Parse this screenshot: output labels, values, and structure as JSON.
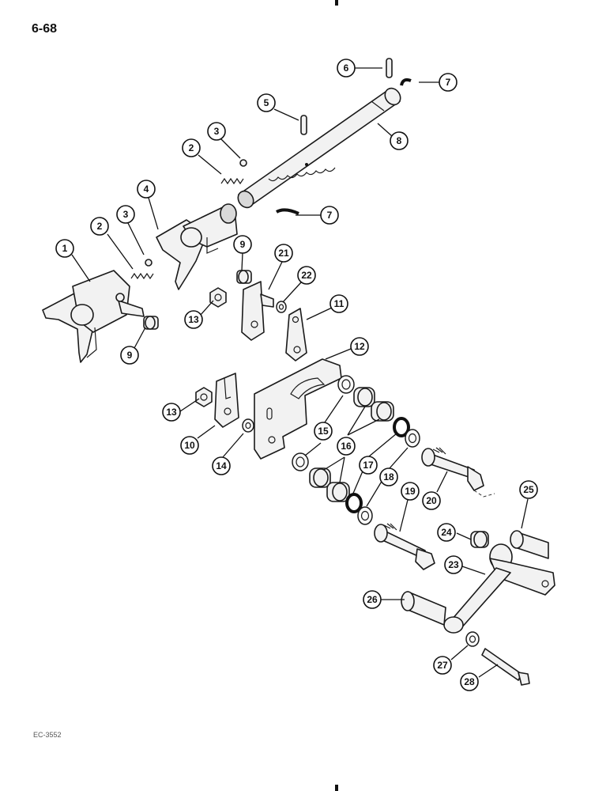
{
  "page": {
    "page_number": "6-68",
    "figure_code": "EC-3552"
  },
  "callouts": [
    "1",
    "2",
    "3",
    "4",
    "5",
    "6",
    "7",
    "8",
    "9",
    "10",
    "11",
    "12",
    "13",
    "14",
    "15",
    "16",
    "17",
    "18",
    "19",
    "20",
    "21",
    "22",
    "23",
    "24",
    "25",
    "26",
    "27",
    "28"
  ],
  "callout_labels": {
    "c1": "1",
    "c2a": "2",
    "c2b": "2",
    "c3a": "3",
    "c3b": "3",
    "c4": "4",
    "c5": "5",
    "c6": "6",
    "c7a": "7",
    "c7b": "7",
    "c8": "8",
    "c9a": "9",
    "c9b": "9",
    "c10": "10",
    "c11": "11",
    "c12": "12",
    "c13a": "13",
    "c13b": "13",
    "c14": "14",
    "c15": "15",
    "c16": "16",
    "c17": "17",
    "c18": "18",
    "c19": "19",
    "c20": "20",
    "c21": "21",
    "c22": "22",
    "c23": "23",
    "c24": "24",
    "c25": "25",
    "c26": "26",
    "c27": "27",
    "c28": "28"
  }
}
